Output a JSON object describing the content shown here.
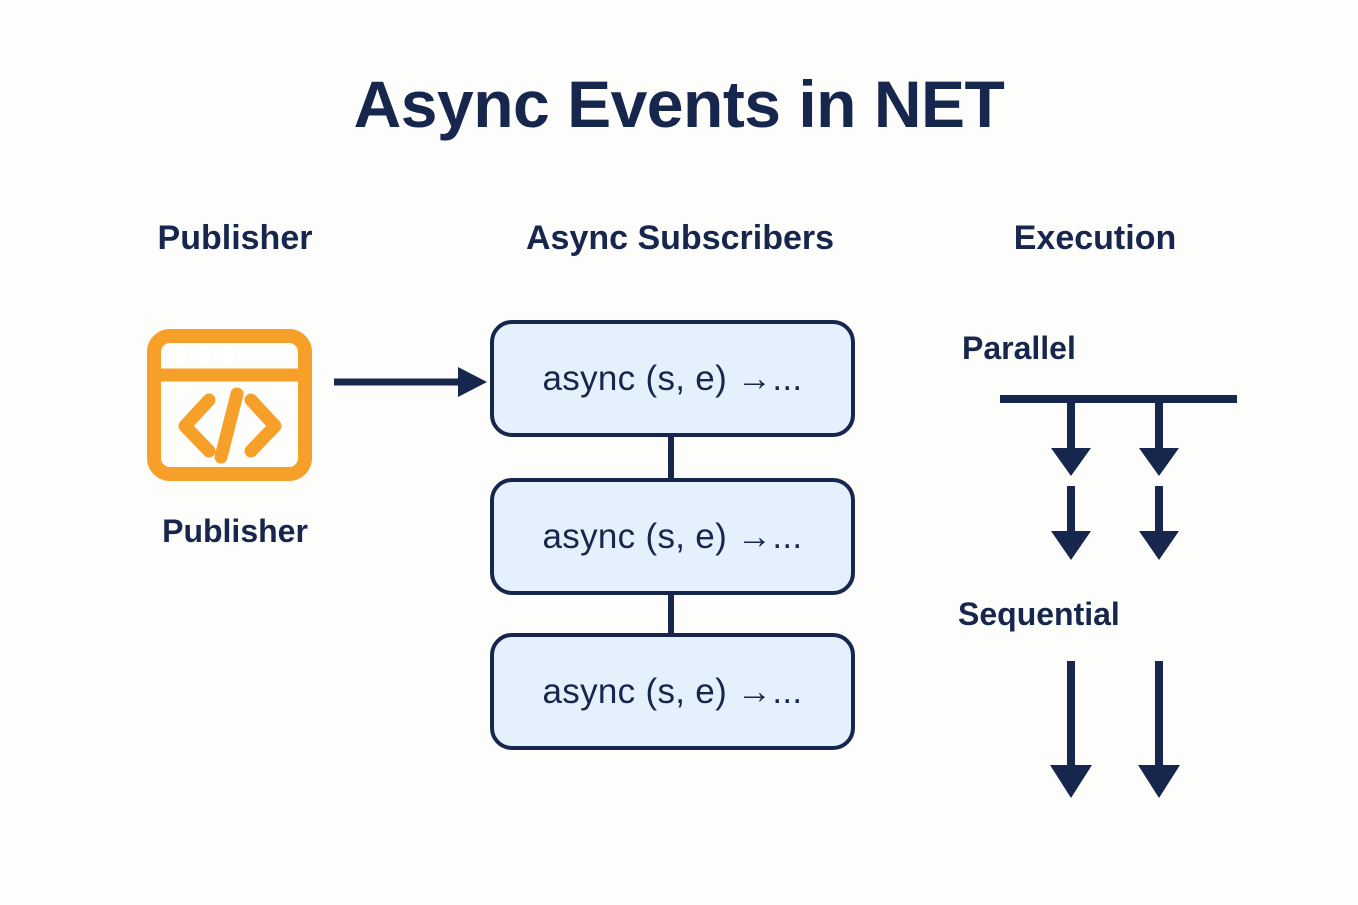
{
  "page": {
    "title": "Async Events in NET",
    "background_color": "#fdfdfb",
    "navy": "#16264c",
    "orange": "#f6a02a",
    "box_fill": "#e4f0fb"
  },
  "columns": {
    "publisher": {
      "header": "Publisher",
      "icon": "code-window-icon",
      "caption": "Publisher"
    },
    "subscribers": {
      "header": "Async Subscribers",
      "boxes": [
        {
          "label": "async (s, e) →..."
        },
        {
          "label": "async (s, e) →..."
        },
        {
          "label": "async (s, e) →..."
        }
      ]
    },
    "execution": {
      "header": "Execution",
      "modes": [
        {
          "label": "Parallel",
          "arrows": 2,
          "style": "fork-then-two-parallel-arrows"
        },
        {
          "label": "Sequential",
          "arrows": 2,
          "style": "two-long-arrows"
        }
      ]
    }
  },
  "connectors": {
    "publisher_to_subscriber": "arrow-right"
  }
}
